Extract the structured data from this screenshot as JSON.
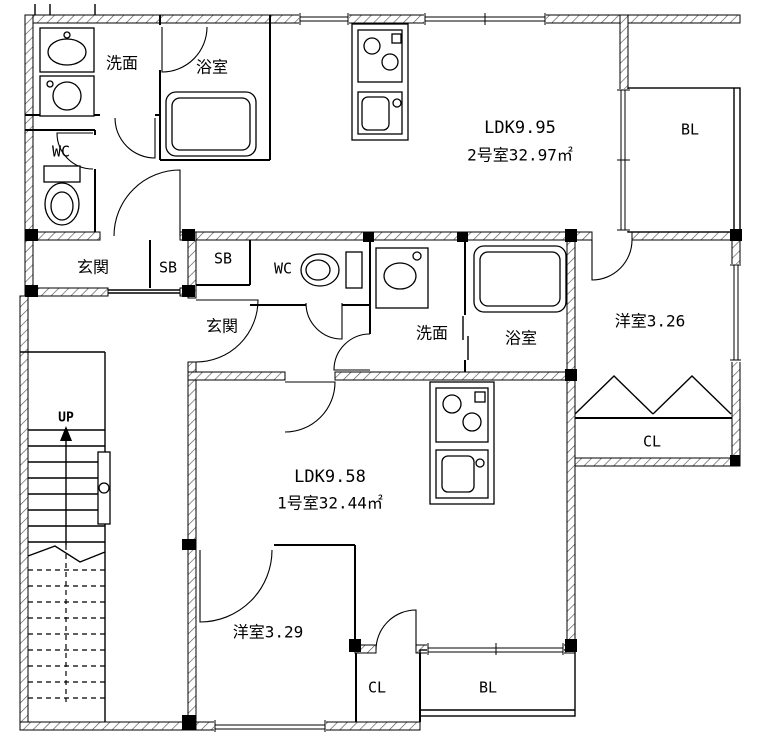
{
  "plan": {
    "up": "UP"
  },
  "unit2": {
    "ldk": "LDK9.95",
    "room": "2号室32.97㎡",
    "washroom": "洗面",
    "bath": "浴室",
    "wc": "WC",
    "entrance": "玄関",
    "shoebox": "SB",
    "balcony": "BL",
    "bedroom": "洋室3.26",
    "closet": "CL"
  },
  "unit1": {
    "ldk": "LDK9.58",
    "room": "1号室32.44㎡",
    "washroom": "洗面",
    "bath": "浴室",
    "wc": "WC",
    "entrance": "玄関",
    "shoebox": "SB",
    "balcony": "BL",
    "bedroom": "洋室3.29",
    "closet": "CL"
  }
}
